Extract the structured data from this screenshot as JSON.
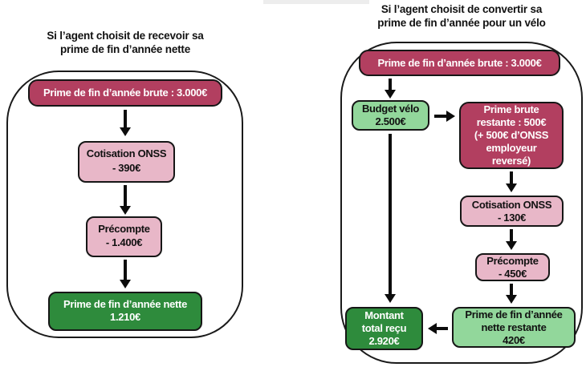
{
  "colors": {
    "dark_red": "#b23f60",
    "pink": "#e8b7c8",
    "light_green": "#92d79b",
    "dark_green": "#2e8b3c",
    "outline": "#1a1a1a",
    "arrow": "#0c0c0c"
  },
  "left_panel": {
    "title_line1": "Si l’agent choisit de recevoir sa",
    "title_line2": "prime de fin d’année nette",
    "brute_box": "Prime de fin d’année brute : 3.000€",
    "cotisation_box": {
      "label": "Cotisation ONSS",
      "value": "- 390€"
    },
    "precompte_box": {
      "label": "Précompte",
      "value": "- 1.400€"
    },
    "nette_box": {
      "label": "Prime de fin d’année nette",
      "value": "1.210€"
    }
  },
  "right_panel": {
    "title_line1": "Si l’agent choisit de convertir sa",
    "title_line2": "prime de fin d’année pour un vélo",
    "brute_box": "Prime de fin d’année brute : 3.000€",
    "budget_box": {
      "label": "Budget vélo",
      "value": "2.500€"
    },
    "restante_box": {
      "line1": "Prime brute",
      "line2": "restante : 500€",
      "line3": "(+ 500€ d’ONSS",
      "line4": "employeur",
      "line5": "reversé)"
    },
    "cotisation_box": {
      "label": "Cotisation ONSS",
      "value": "- 130€"
    },
    "precompte_box": {
      "label": "Précompte",
      "value": "- 450€"
    },
    "nette_restante_box": {
      "line1": "Prime de fin d’année",
      "line2": "nette restante",
      "line3": "420€"
    },
    "montant_box": {
      "line1": "Montant",
      "line2": "total reçu",
      "line3": "2.920€"
    }
  }
}
